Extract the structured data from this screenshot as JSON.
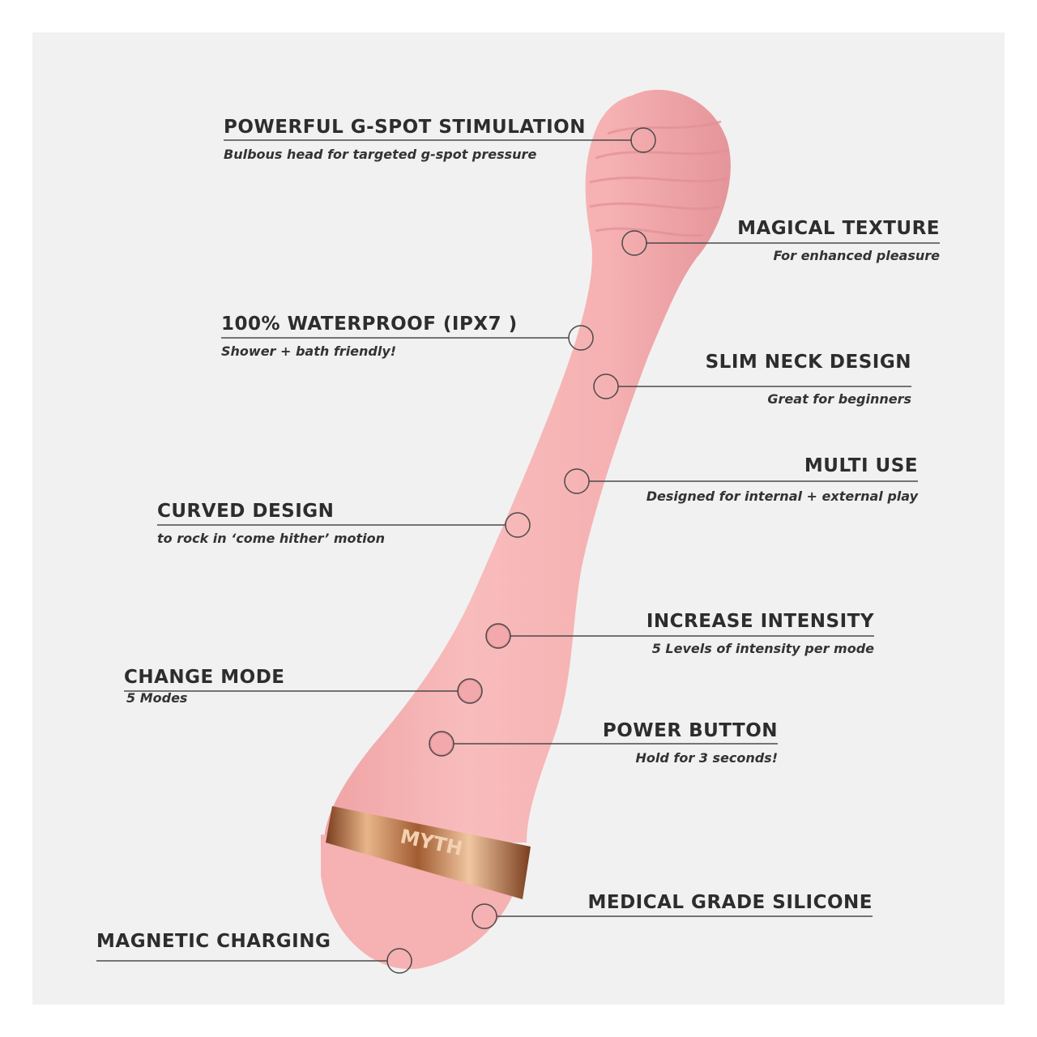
{
  "colors": {
    "background": "#f1f1f1",
    "product": "#f6b3b3",
    "product_shade": "#e89a9c",
    "band": "#c98a5a",
    "text": "#2d2d2d",
    "leader_line": "#555555"
  },
  "product": {
    "band_text": "MYTH"
  },
  "callouts": [
    {
      "id": "gspot",
      "title": "POWERFUL G-SPOT STIMULATION",
      "subtitle": "Bulbous head for targeted g-spot pressure"
    },
    {
      "id": "texture",
      "title": "MAGICAL TEXTURE",
      "subtitle": "For enhanced pleasure"
    },
    {
      "id": "waterproof",
      "title": "100% WATERPROOF (IPX7 )",
      "subtitle": "Shower + bath friendly!"
    },
    {
      "id": "slimneck",
      "title": "SLIM NECK DESIGN",
      "subtitle": "Great for beginners"
    },
    {
      "id": "multiuse",
      "title": "MULTI USE",
      "subtitle": "Designed for internal + external play"
    },
    {
      "id": "curved",
      "title": "CURVED DESIGN",
      "subtitle": "to rock in ‘come hither’ motion"
    },
    {
      "id": "intensity",
      "title": "INCREASE INTENSITY",
      "subtitle": "5 Levels of intensity per mode"
    },
    {
      "id": "mode",
      "title": "CHANGE MODE",
      "subtitle": "5 Modes"
    },
    {
      "id": "power",
      "title": "POWER BUTTON",
      "subtitle": "Hold for 3 seconds!"
    },
    {
      "id": "silicone",
      "title": "MEDICAL GRADE SILICONE",
      "subtitle": ""
    },
    {
      "id": "charging",
      "title": "MAGNETIC CHARGING",
      "subtitle": ""
    }
  ]
}
